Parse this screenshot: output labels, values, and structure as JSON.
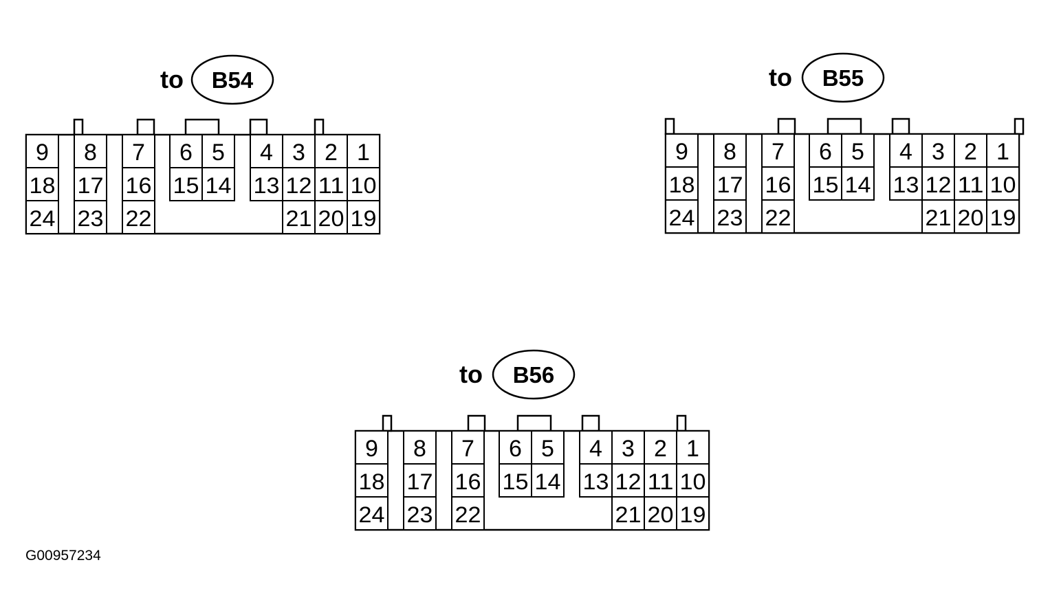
{
  "connectors": [
    {
      "prefix": "to",
      "label": "B54",
      "rows": [
        [
          "9",
          "8",
          "7",
          "6",
          "5",
          "4",
          "3",
          "2",
          "1"
        ],
        [
          "18",
          "17",
          "16",
          "15",
          "14",
          "13",
          "12",
          "11",
          "10"
        ],
        [
          "24",
          "23",
          "22",
          "21",
          "20",
          "19"
        ]
      ]
    },
    {
      "prefix": "to",
      "label": "B55",
      "rows": [
        [
          "9",
          "8",
          "7",
          "6",
          "5",
          "4",
          "3",
          "2",
          "1"
        ],
        [
          "18",
          "17",
          "16",
          "15",
          "14",
          "13",
          "12",
          "11",
          "10"
        ],
        [
          "24",
          "23",
          "22",
          "21",
          "20",
          "19"
        ]
      ]
    },
    {
      "prefix": "to",
      "label": "B56",
      "rows": [
        [
          "9",
          "8",
          "7",
          "6",
          "5",
          "4",
          "3",
          "2",
          "1"
        ],
        [
          "18",
          "17",
          "16",
          "15",
          "14",
          "13",
          "12",
          "11",
          "10"
        ],
        [
          "24",
          "23",
          "22",
          "21",
          "20",
          "19"
        ]
      ]
    }
  ],
  "figure_id": "G00957234"
}
